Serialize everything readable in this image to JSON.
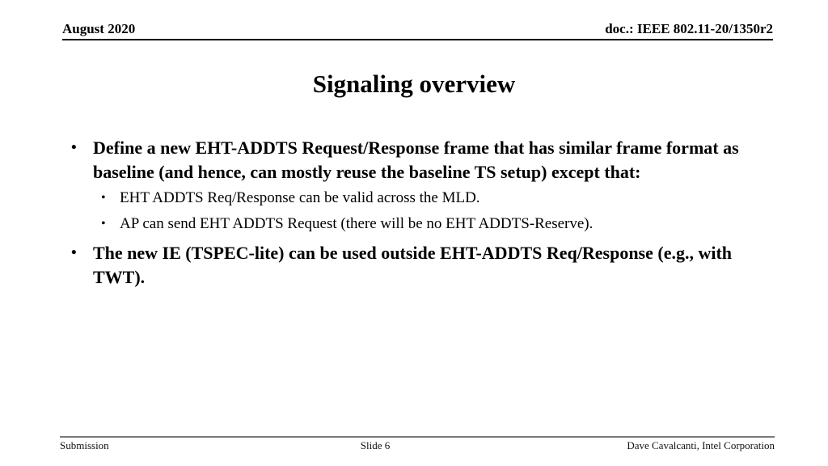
{
  "slide": {
    "header": {
      "date": "August 2020",
      "doc": "doc.: IEEE 802.11-20/1350r2"
    },
    "title": "Signaling overview",
    "bullet_char": "•",
    "bullets": [
      {
        "level": 1,
        "text": "Define a new EHT-ADDTS Request/Response frame that has similar frame format as baseline (and hence, can mostly reuse the baseline TS setup) except that:"
      },
      {
        "level": 2,
        "text": "EHT ADDTS Req/Response can be valid across the MLD."
      },
      {
        "level": 2,
        "text": "AP can send EHT ADDTS Request (there will be no EHT ADDTS-Reserve)."
      },
      {
        "level": 1,
        "text": "The new IE (TSPEC-lite) can be used outside EHT-ADDTS Req/Response (e.g., with TWT)."
      }
    ],
    "footer": {
      "left": "Submission",
      "center": "Slide 6",
      "right": "Dave Cavalcanti, Intel Corporation"
    }
  }
}
